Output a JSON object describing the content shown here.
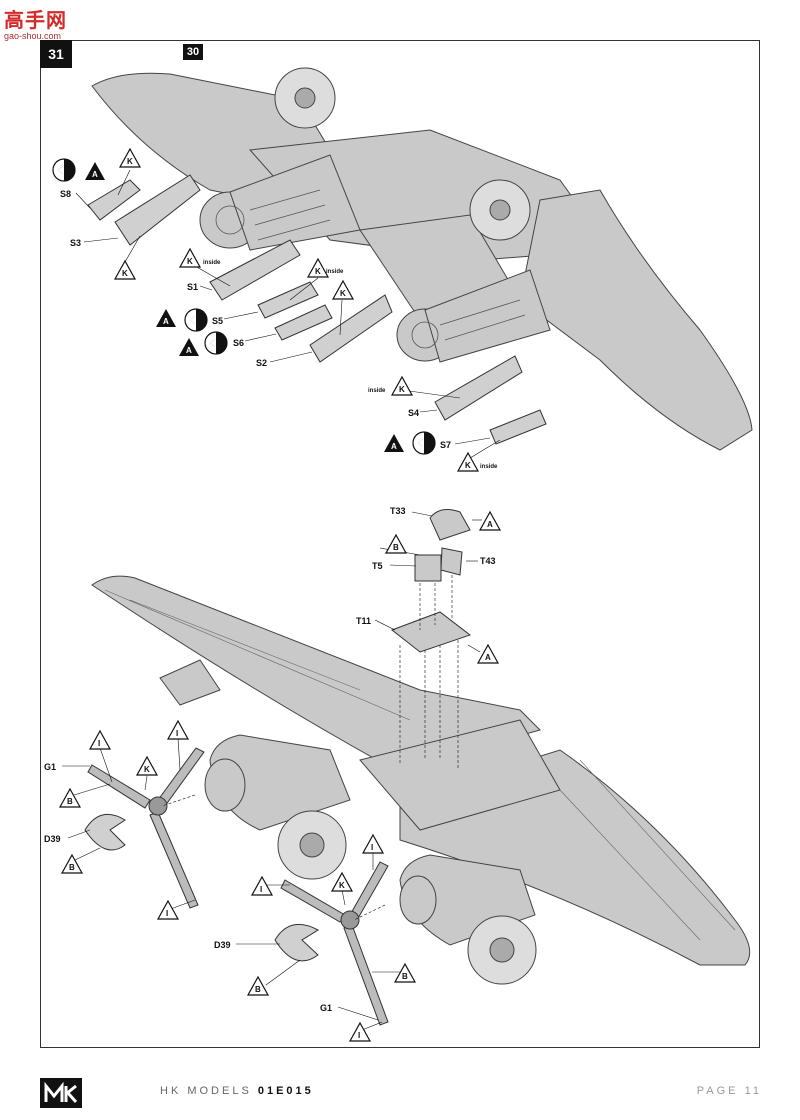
{
  "watermark": {
    "main": "高手网",
    "sub": "gao-shou.com"
  },
  "steps": {
    "current": "31",
    "reference": "30"
  },
  "footer": {
    "brand": "HK MODELS",
    "code": "01E015",
    "page": "PAGE 11"
  },
  "colors": {
    "ink": "#111111",
    "part_gray": "#c9c9c9",
    "frame": "#333333"
  },
  "top_assembly": {
    "parts": {
      "s8": "S8",
      "s3": "S3",
      "s1": "S1",
      "s5": "S5",
      "s6": "S6",
      "s2": "S2",
      "s4": "S4",
      "s7": "S7"
    },
    "markers": {
      "k": "K",
      "a": "A",
      "inside": "inside"
    }
  },
  "bottom_assembly": {
    "parts": {
      "t33": "T33",
      "t5": "T5",
      "t43": "T43",
      "t11": "T11",
      "g1": "G1",
      "d39": "D39"
    },
    "markers": {
      "a": "A",
      "b": "B",
      "i": "I",
      "k": "K"
    }
  },
  "icons": [
    "align-symbol-icon",
    "paint-triangle-icon"
  ]
}
